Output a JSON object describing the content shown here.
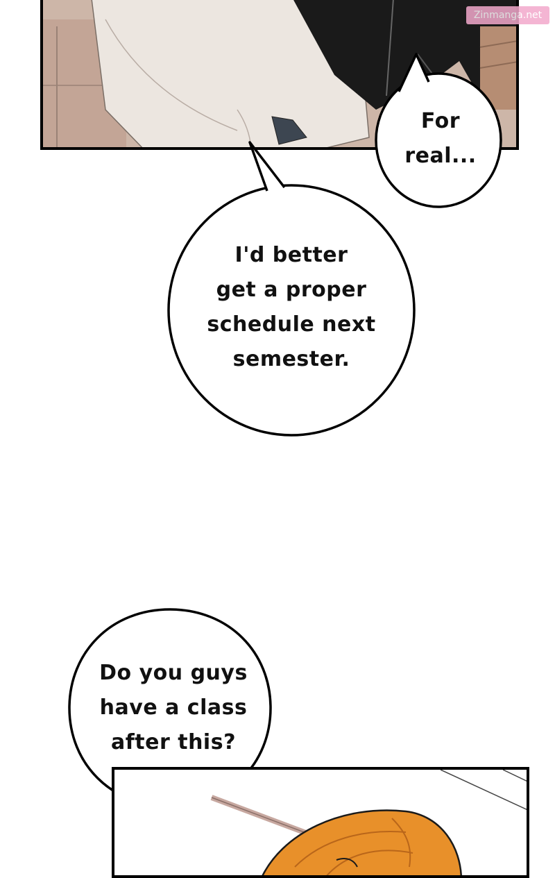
{
  "watermark": "Zinmanga.net",
  "bubbles": {
    "for_real": {
      "lines": [
        "For",
        "real..."
      ]
    },
    "better_schedule": {
      "lines": [
        "I'd better",
        "get a proper",
        "schedule next",
        "semester."
      ]
    },
    "class_after": {
      "lines": [
        "Do you guys",
        "have a class",
        "after this?"
      ]
    }
  },
  "colors": {
    "outline": "#000000",
    "background": "#ffffff",
    "sweater": "#ece6e0",
    "jacket": "#1a1a1a",
    "hair": "#e8902a",
    "watermark_bg": "#f3a9cc"
  }
}
